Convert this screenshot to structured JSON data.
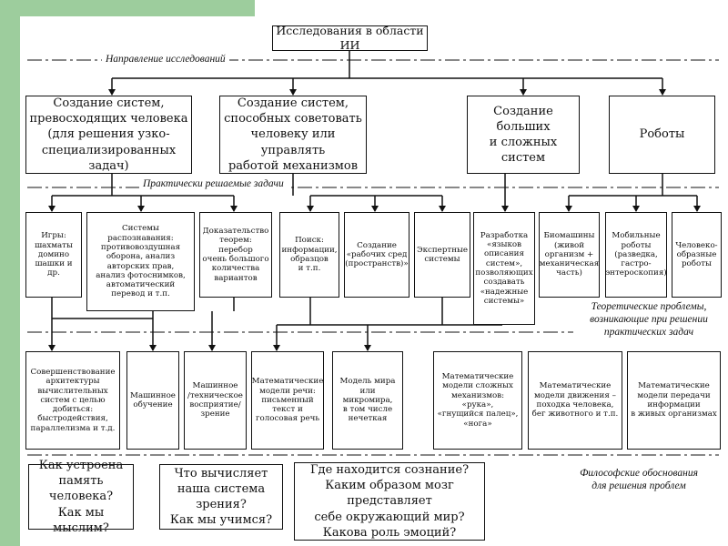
{
  "root": "Исследования в области ИИ",
  "labels": {
    "directions": "Направление исследований",
    "practical": "Практически решаемые задачи",
    "theoretical": "Теоретические проблемы,\nвозникающие при решении\nпрактических задач",
    "philosophical": "Философские обоснования\nдля решения проблем"
  },
  "directions": [
    "Создание систем,\nпревосходящих человека\n(для решения узко-\nспециализированных задач)",
    "Создание систем,\nспособных советовать\nчеловеку или управлять\nработой механизмов",
    "Создание больших\nи сложных систем",
    "Роботы"
  ],
  "tasks": [
    "Игры:\nшахматы\nдомино\nшашки и др.",
    "Системы распознавания:\nпротивовоздушная\nоборона, анализ\nавторских прав,\nанализ фотоснимков,\nавтоматический\nперевод и т.п.",
    "Доказательство\nтеорем: перебор\nочень большого\nколичества\nвариантов",
    "Поиск:\nинформации,\nобразцов\nи т.п.",
    "Создание\n«рабочих сред\n(пространств)»",
    "Экспертные\nсистемы",
    "Разработка\n«языков\nописания\nсистем»,\nпозволяющих\nсоздавать\n«надежные\nсистемы»",
    "Биомашины\n(живой\nорганизм +\nмеханическая\nчасть)",
    "Мобильные\nроботы\n(разведка,\nгастро-\nэнтероскопия)",
    "Человеко-\nобразные\nроботы"
  ],
  "problems": [
    "Совершенствование\nархитектуры\nвычислительных\nсистем с целью\nдобиться:\nбыстродействия,\nпараллелизма и т.д.",
    "Машинное\nобучение",
    "Машинное\n/техническое\nвосприятие/\nзрение",
    "Математические\nмодели речи:\nписьменный\nтекст и\nголосовая речь",
    "Модель мира\nили микромира,\nв том числе\nнечеткая",
    "Математические\nмодели сложных\nмеханизмов:\n«рука»,\n«гнущийся палец»,\n«нога»",
    "Математические\nмодели движения –\nпоходка человека,\nбег животного и т.п.",
    "Математические\nмодели передачи\nинформации\nв живых организмах"
  ],
  "questions": [
    "Как устроена\nпамять человека?\nКак мы мыслим?",
    "Что вычисляет\nнаша система зрения?\nКак мы учимся?",
    "Где находится сознание?\nКаким образом мозг представляет\nсебе окружающий мир?\nКакова роль эмоций?"
  ]
}
